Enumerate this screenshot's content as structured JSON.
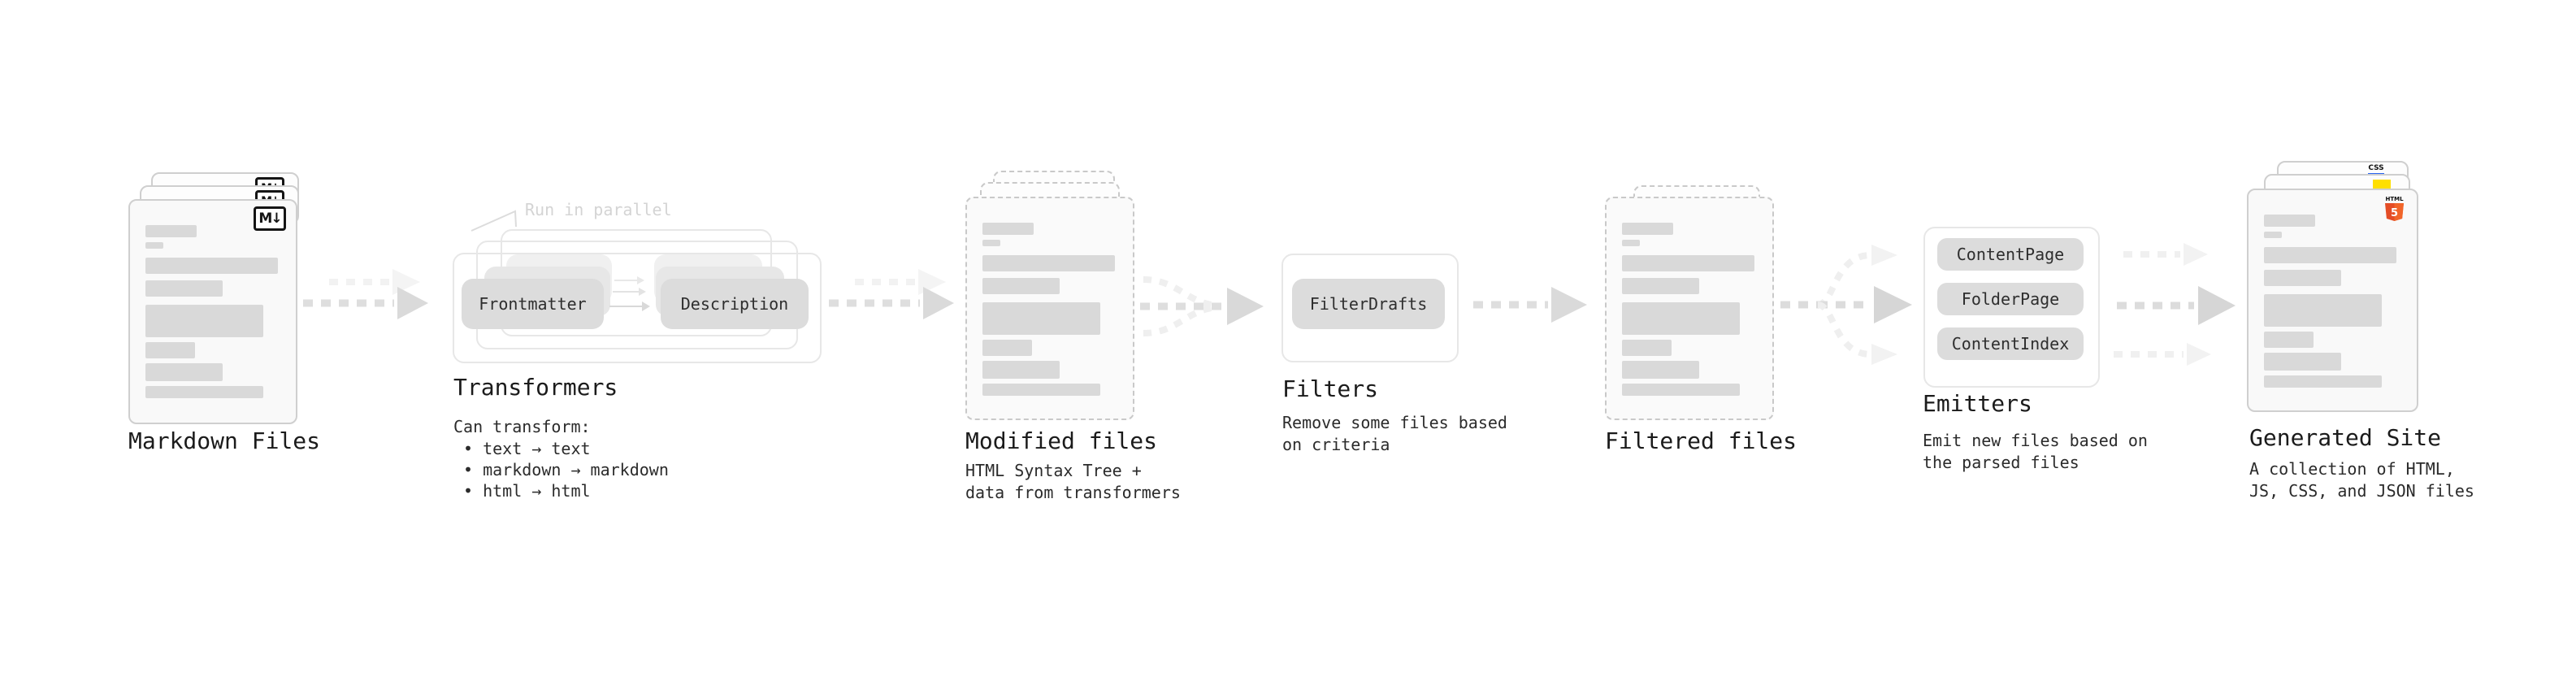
{
  "diagram": {
    "markdown_files": {
      "label": "Markdown Files",
      "badge": "M↓"
    },
    "transformers": {
      "label": "Transformers",
      "annotation": "Run in parallel",
      "input_pill": "Frontmatter",
      "output_pill": "Description",
      "note_title": "Can transform:",
      "bullets": [
        "text → text",
        "markdown → markdown",
        "html → html"
      ]
    },
    "modified_files": {
      "label": "Modified files",
      "note": [
        "HTML Syntax Tree +",
        "data from transformers"
      ]
    },
    "filters": {
      "label": "Filters",
      "pill": "FilterDrafts",
      "note": [
        "Remove some files based",
        "on criteria"
      ]
    },
    "filtered_files": {
      "label": "Filtered files"
    },
    "emitters": {
      "label": "Emitters",
      "pills": [
        "ContentPage",
        "FolderPage",
        "ContentIndex"
      ],
      "note": [
        "Emit new files based on",
        "the parsed files"
      ]
    },
    "generated_site": {
      "label": "Generated Site",
      "note": [
        "A collection of HTML,",
        "JS, CSS, and JSON files"
      ],
      "html5_badge_label": "HTML",
      "html5_badge_number": "5",
      "css_badge": "CSS"
    }
  },
  "colors": {
    "html5_orange": "#e44d26",
    "html5_orange_light": "#f16529",
    "js_yellow": "#ffdf00",
    "css_blue": "#2965f1"
  }
}
